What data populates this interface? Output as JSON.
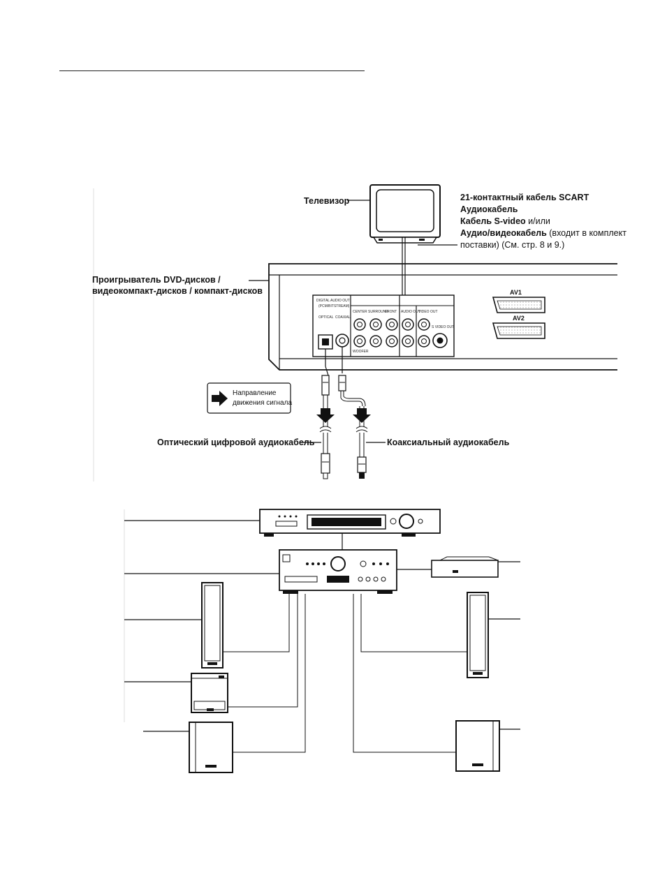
{
  "labels": {
    "tv": "Телевизор",
    "scart_cable": "21-контактный кабель SCART",
    "audio_cable": "Аудиокабель",
    "svideo_cable_main": "Кабель S-video",
    "svideo_cable_suffix": " и/или",
    "av_cable_main": "Аудио/видеокабель",
    "av_cable_suffix": " (входит в комплект",
    "supplied_note": "поставки) (См. стр. 8 и 9.)",
    "player_line1": "Проигрыватель DVD-дисков /",
    "player_line2": "видеокомпакт-дисков / компакт-дисков",
    "signal_line1": "Направление",
    "signal_line2": "движения сигнала",
    "optical_cable": "Оптический цифровой аудиокабель",
    "coaxial_cable": "Коаксиальный аудиокабель"
  },
  "panel": {
    "digital_out": "DIGITAL AUDIO OUT",
    "pcm_bitstream": "(PCM/BITSTREAM)",
    "optical": "OPTICAL",
    "coaxial": "COAXIAL",
    "center": "CENTER",
    "surround": "SURROUND",
    "front": "FRONT",
    "woofer": "WOOFER",
    "audio_out": "AUDIO OUT",
    "video_out": "VIDEO OUT",
    "svideo_out": "S VIDEO OUT",
    "av1": "AV1",
    "av2": "AV2"
  },
  "icons": {
    "signal_arrow": "right-arrow-icon",
    "flow_arrow": "down-arrow-icon"
  }
}
